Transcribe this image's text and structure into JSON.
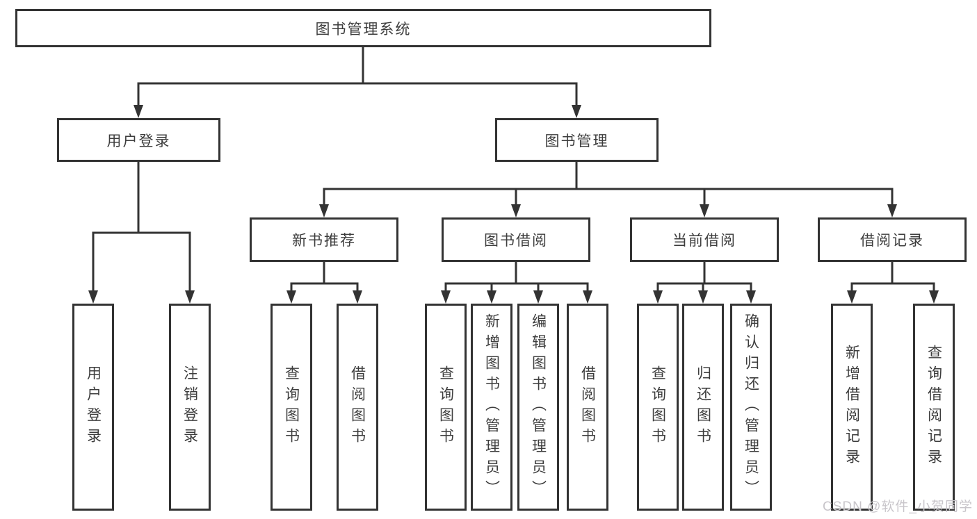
{
  "colors": {
    "line": "#333333",
    "box_border": "#333333",
    "text": "#3d3d3d",
    "background": "#ffffff",
    "watermark": "#c8c5ca"
  },
  "watermark": "CSDN @软件_小贺同学",
  "tree": {
    "label": "图书管理系统",
    "children": [
      {
        "label": "用户登录",
        "children": [
          {
            "label": "用户登录"
          },
          {
            "label": "注销登录"
          }
        ]
      },
      {
        "label": "图书管理",
        "children": [
          {
            "label": "新书推荐",
            "children": [
              {
                "label": "查询图书"
              },
              {
                "label": "借阅图书"
              }
            ]
          },
          {
            "label": "图书借阅",
            "children": [
              {
                "label": "查询图书"
              },
              {
                "label": "新增图书（管理员）"
              },
              {
                "label": "编辑图书（管理员）"
              },
              {
                "label": "借阅图书"
              }
            ]
          },
          {
            "label": "当前借阅",
            "children": [
              {
                "label": "查询图书"
              },
              {
                "label": "归还图书"
              },
              {
                "label": "确认归还（管理员）"
              }
            ]
          },
          {
            "label": "借阅记录",
            "children": [
              {
                "label": "新增借阅记录"
              },
              {
                "label": "查询借阅记录"
              }
            ]
          }
        ]
      }
    ]
  }
}
